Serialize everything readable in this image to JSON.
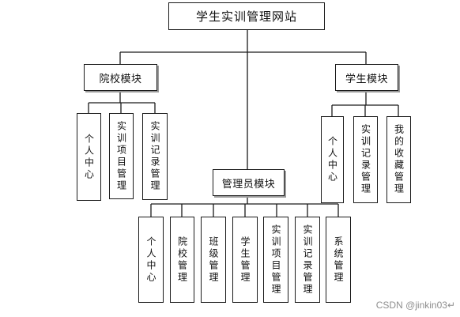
{
  "root": {
    "label": "学生实训管理网站"
  },
  "modules": {
    "school": {
      "label": "院校模块",
      "children": [
        "个人中心",
        "实训项目管理",
        "实训记录管理"
      ]
    },
    "admin": {
      "label": "管理员模块",
      "children": [
        "个人中心",
        "院校管理",
        "班级管理",
        "学生管理",
        "实训项目管理",
        "实训记录管理",
        "系统管理"
      ]
    },
    "student": {
      "label": "学生模块",
      "children": [
        "个人中心",
        "实训记录管理",
        "我的收藏管理"
      ]
    }
  },
  "watermark": "CSDN @jinkin03↵"
}
